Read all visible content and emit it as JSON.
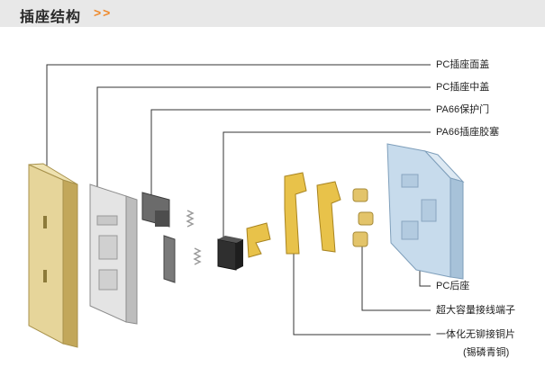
{
  "header": {
    "title": "插座结构",
    "chevrons": ">>"
  },
  "labels": {
    "face_cover": "PC插座面盖",
    "middle_cover": "PC插座中盖",
    "protect_door": "PA66保护门",
    "rubber_plug": "PA66插座胶塞",
    "rear_base": "PC后座",
    "terminal": "超大容量接线端子",
    "copper_sheet": "一体化无铆接铜片",
    "copper_material": "(锡磷青铜)"
  },
  "colors": {
    "header_bg": "#e8e8e8",
    "accent": "#ef8a2c",
    "face_cover": "#d6c27a",
    "middle_cover": "#dcdcdc",
    "rear_base": "#b9d2e6",
    "copper": "#e6c043",
    "rubber": "#3a3a3a"
  }
}
